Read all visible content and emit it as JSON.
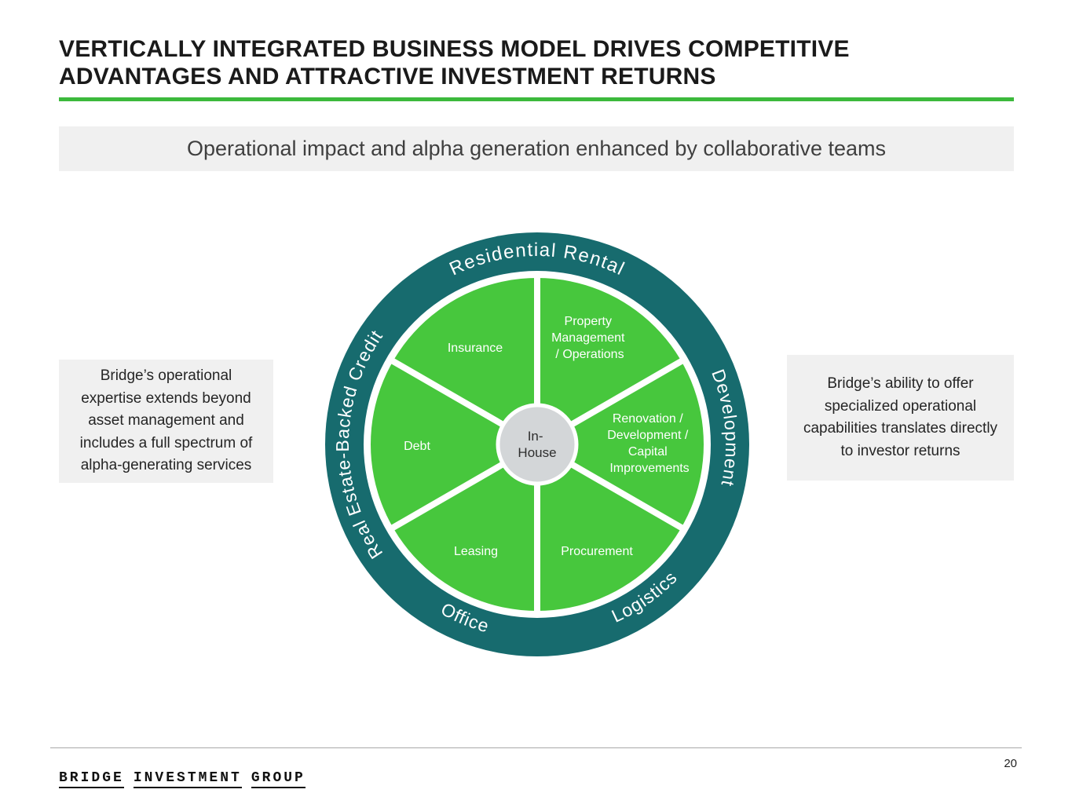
{
  "slide": {
    "title_lines": [
      "VERTICALLY INTEGRATED BUSINESS MODEL DRIVES COMPETITIVE",
      "ADVANTAGES AND ATTRACTIVE INVESTMENT RETURNS"
    ],
    "banner": "Operational impact and alpha generation enhanced by collaborative teams",
    "page_number": "20"
  },
  "callouts": {
    "left": "Bridge’s operational expertise extends beyond asset management and includes a full spectrum of alpha-generating services",
    "right": "Bridge’s ability to offer specialized operational capabilities translates directly to investor returns"
  },
  "diagram": {
    "ring_labels": {
      "top": "Residential Rental",
      "right": "Development",
      "bottom_right": "Logistics",
      "bottom_left": "Office",
      "left": "Real Estate-Backed Credit"
    },
    "wedges": {
      "insurance": "Insurance",
      "property_management_lines": [
        "Property",
        "Management",
        "/ Operations"
      ],
      "renovation_lines": [
        "Renovation /",
        "Development /",
        "Capital",
        "Improvements"
      ],
      "procurement": "Procurement",
      "leasing": "Leasing",
      "debt": "Debt"
    },
    "center_lines": [
      "In-",
      "House"
    ],
    "colors": {
      "ring_teal": "#176b6e",
      "pie_green": "#47c73d",
      "hub_gray": "#d3d6d8",
      "accent_green": "#3cb93c"
    }
  },
  "footer": {
    "logo_words": [
      "BRIDGE",
      "INVESTMENT",
      "GROUP"
    ]
  }
}
